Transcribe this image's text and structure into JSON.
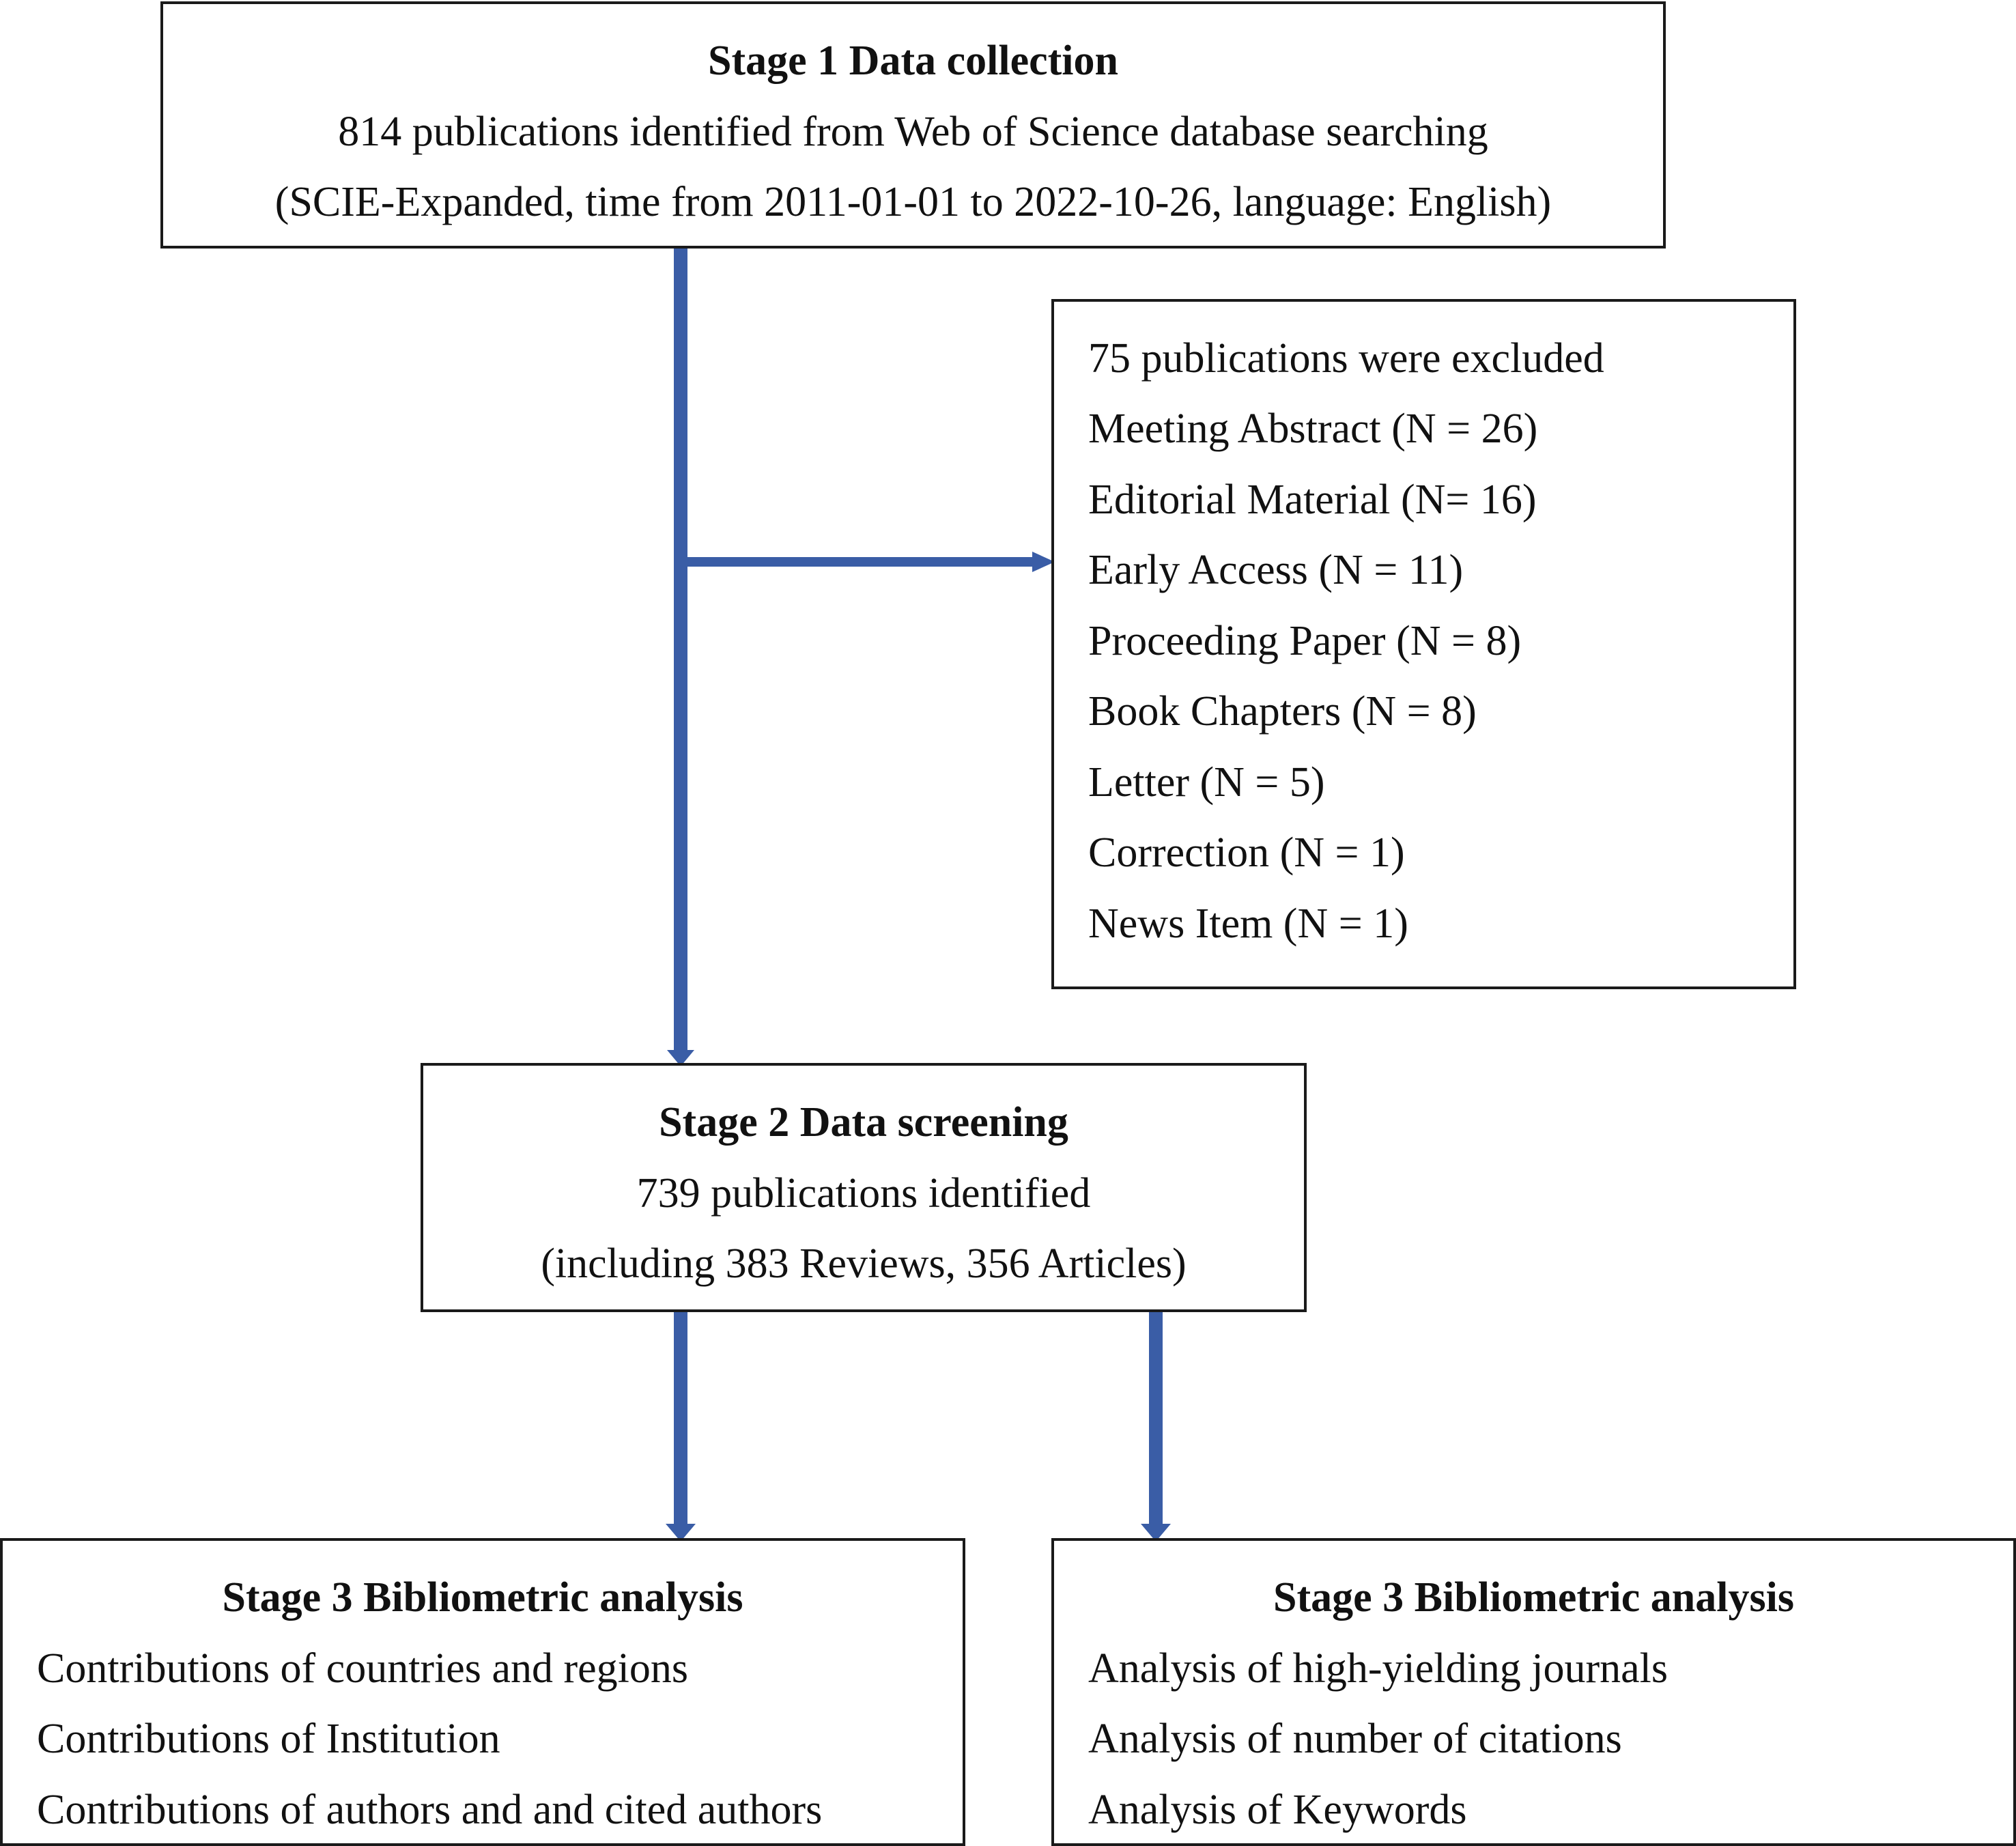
{
  "stage1": {
    "title": "Stage 1 Data collection",
    "line1": "814 publications identified from Web of Science database searching",
    "line2": "(SCIE-Expanded, time from 2011-01-01 to 2022-10-26, language: English)"
  },
  "excluded": {
    "title": "75 publications were excluded",
    "items": [
      "Meeting Abstract (N = 26)",
      "Editorial Material (N= 16)",
      "Early Access (N = 11)",
      "Proceeding Paper (N = 8)",
      "Book Chapters (N = 8)",
      "Letter (N = 5)",
      "Correction (N = 1)",
      "News Item (N = 1)"
    ]
  },
  "stage2": {
    "title": "Stage 2 Data screening",
    "line1": "739 publications identified",
    "line2": "(including 383 Reviews, 356 Articles)"
  },
  "stage3_left": {
    "title": "Stage 3 Bibliometric analysis",
    "items": [
      "Contributions of countries and regions",
      "Contributions of Institution",
      "Contributions of authors and and cited authors"
    ]
  },
  "stage3_right": {
    "title": "Stage 3 Bibliometric analysis",
    "items": [
      "Analysis of high-yielding journals",
      "Analysis of number of citations",
      "Analysis of Keywords"
    ]
  },
  "colors": {
    "arrow": "#3a5da6",
    "border": "#1a1a1a"
  }
}
